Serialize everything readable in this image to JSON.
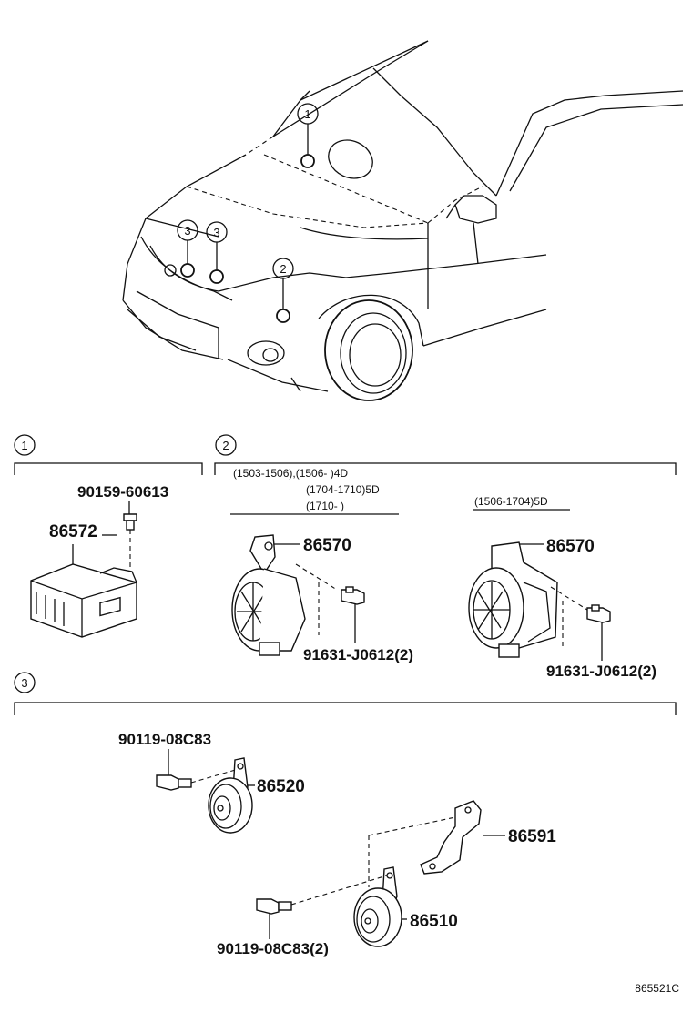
{
  "overview": {
    "callout_1": "1",
    "callout_2": "2",
    "callout_3a": "3",
    "callout_3b": "3"
  },
  "sections": [
    {
      "index": "1",
      "parts": [
        {
          "number": "90159-60613",
          "icon": "bolt-icon"
        },
        {
          "number": "86572",
          "icon": "control-module-icon"
        }
      ]
    },
    {
      "index": "2",
      "variant_notes": [
        "(1503-1506),(1506-      )4D",
        "(1704-1710)5D",
        "(1710-      )",
        "(1506-1704)5D"
      ],
      "parts": [
        {
          "number": "86570",
          "icon": "siren-horn-icon"
        },
        {
          "number": "91631-J0612(2)",
          "icon": "bolt-icon"
        },
        {
          "number": "86570",
          "icon": "siren-horn-icon"
        },
        {
          "number": "91631-J0612(2)",
          "icon": "bolt-icon"
        }
      ]
    },
    {
      "index": "3",
      "parts": [
        {
          "number": "90119-08C83",
          "icon": "bolt-icon"
        },
        {
          "number": "86520",
          "icon": "horn-icon"
        },
        {
          "number": "86591",
          "icon": "bracket-icon"
        },
        {
          "number": "86510",
          "icon": "horn-icon"
        },
        {
          "number": "90119-08C83(2)",
          "icon": "bolt-icon"
        }
      ]
    }
  ],
  "drawing_code": "865521C"
}
